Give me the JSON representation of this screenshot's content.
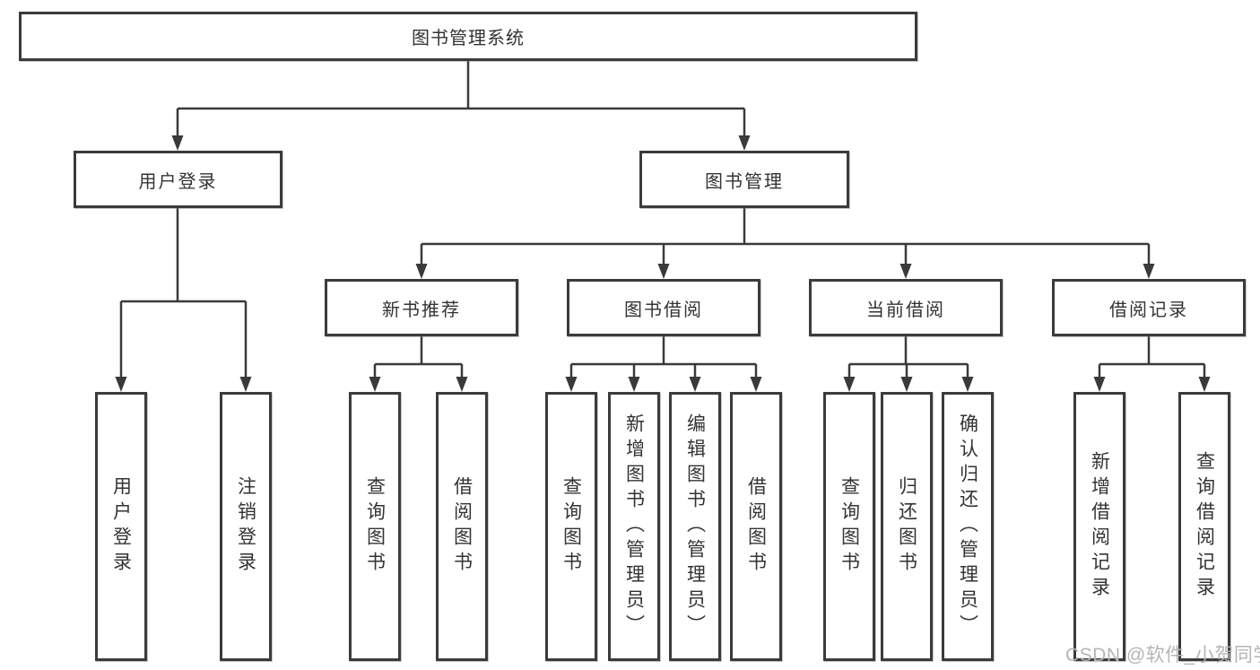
{
  "nodes": {
    "root": "图书管理系统",
    "user_login": "用户登录",
    "book_mgmt": "图书管理",
    "new_book_rec": "新书推荐",
    "book_borrow": "图书借阅",
    "current_borrow": "当前借阅",
    "borrow_records": "借阅记录",
    "leaf_user_login": "用户登录",
    "leaf_logout": "注销登录",
    "leaf_query_book_1": "查询图书",
    "leaf_borrow_book_1": "借阅图书",
    "leaf_query_book_2": "查询图书",
    "leaf_add_book_admin": "新增图书（管理员）",
    "leaf_edit_book_admin": "编辑图书（管理员）",
    "leaf_borrow_book_2": "借阅图书",
    "leaf_query_book_3": "查询图书",
    "leaf_return_book": "归还图书",
    "leaf_confirm_return_admin": "确认归还（管理员）",
    "leaf_add_borrow_record": "新增借阅记录",
    "leaf_query_borrow_record": "查询借阅记录"
  },
  "hierarchy": {
    "图书管理系统": {
      "用户登录": [
        "用户登录",
        "注销登录"
      ],
      "图书管理": {
        "新书推荐": [
          "查询图书",
          "借阅图书"
        ],
        "图书借阅": [
          "查询图书",
          "新增图书（管理员）",
          "编辑图书（管理员）",
          "借阅图书"
        ],
        "当前借阅": [
          "查询图书",
          "归还图书",
          "确认归还（管理员）"
        ],
        "借阅记录": [
          "新增借阅记录",
          "查询借阅记录"
        ]
      }
    }
  },
  "watermark": "CSDN @软件_小贺同学",
  "colors": {
    "line": "#3a3a3a",
    "box_border": "#3b3b3b",
    "text": "#333333",
    "watermark": "#b5b5b5",
    "background": "#ffffff"
  }
}
